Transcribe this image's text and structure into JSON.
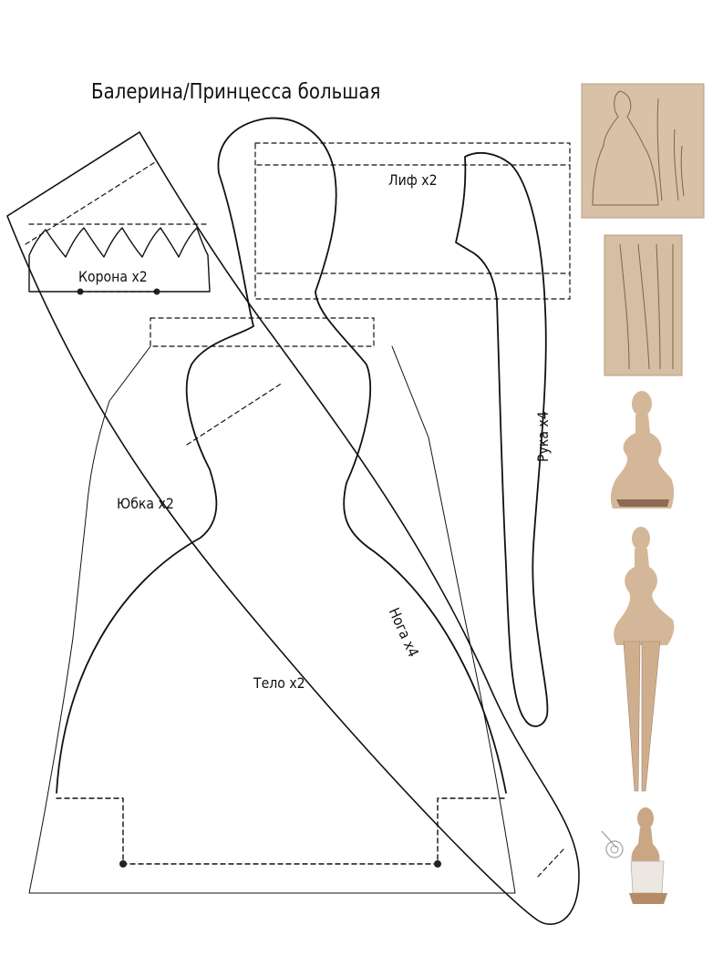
{
  "title": "Балерина/Принцесса большая",
  "labels": {
    "crown": "Корона х2",
    "bodice": "Лиф х2",
    "arm": "Рука х4",
    "skirt": "Юбка х2",
    "leg": "Нога х4",
    "body": "Тело х2"
  },
  "colors": {
    "line": "#111111",
    "fabric": "#d9bfa6",
    "fabric_dark": "#b89a7e",
    "photo_bg": "#d8c3aa"
  }
}
